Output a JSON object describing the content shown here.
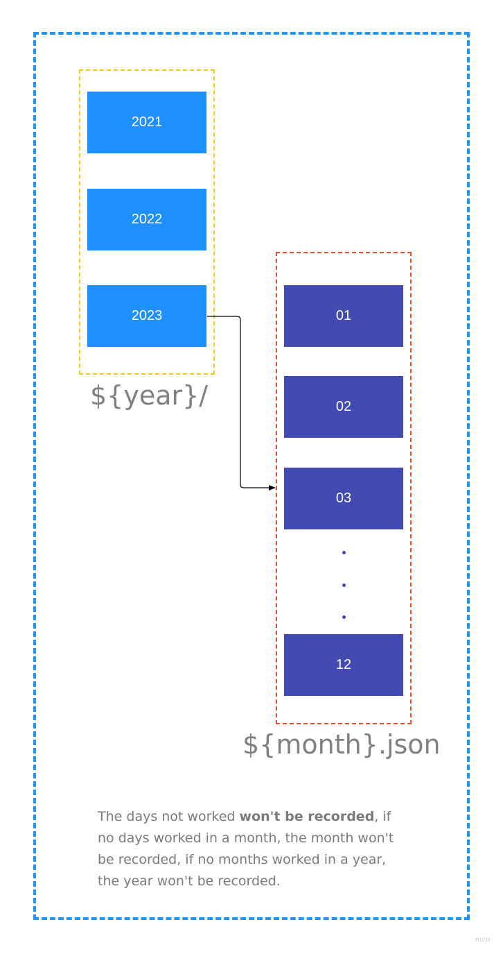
{
  "years": {
    "items": [
      "2021",
      "2022",
      "2023"
    ],
    "label": "${year}/"
  },
  "months": {
    "items": [
      "01",
      "02",
      "03",
      "12"
    ],
    "label": "${month}.json"
  },
  "note": {
    "prefix": "The days not worked ",
    "bold": "won't be recorded",
    "suffix": ", if no days worked in a month, the month won't be recorded, if no months worked in a year, the year won't be recorded."
  },
  "watermark": "miro",
  "colors": {
    "outer_frame": "#2196f3",
    "year_group_border": "#f5cc1a",
    "month_group_border": "#e2512f",
    "year_box": "#1e90ff",
    "month_box": "#414bb2",
    "label_text": "#808080"
  }
}
